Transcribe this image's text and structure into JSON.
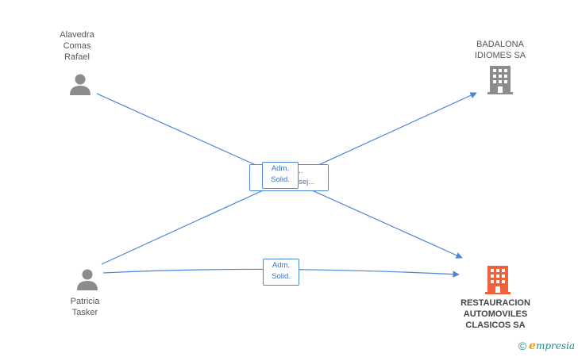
{
  "colors": {
    "edge": "#4a86d6",
    "person": "#8c8c8c",
    "company": "#8c8c8c",
    "company_highlight": "#f0603a"
  },
  "nodes": {
    "alavedra": {
      "label": "Alavedra\nComas\nRafael",
      "type": "person"
    },
    "patricia": {
      "label": "Patricia\nTasker",
      "type": "person"
    },
    "badalona": {
      "label": "BADALONA\nIDIOMES SA",
      "type": "company"
    },
    "restauracion": {
      "label": "RESTAURACION\nAUTOMOVILES\nCLASICOS SA",
      "type": "company-highlight"
    }
  },
  "edges": {
    "back_box": {
      "label": "Adm. ...\nPres. Consej..."
    },
    "front_box": {
      "label": "Adm.\nSolid."
    },
    "bottom_box": {
      "label": "Adm.\nSolid."
    }
  },
  "footer": {
    "copyright": "©",
    "brand_initial": "e",
    "brand_rest": "mpresia"
  }
}
